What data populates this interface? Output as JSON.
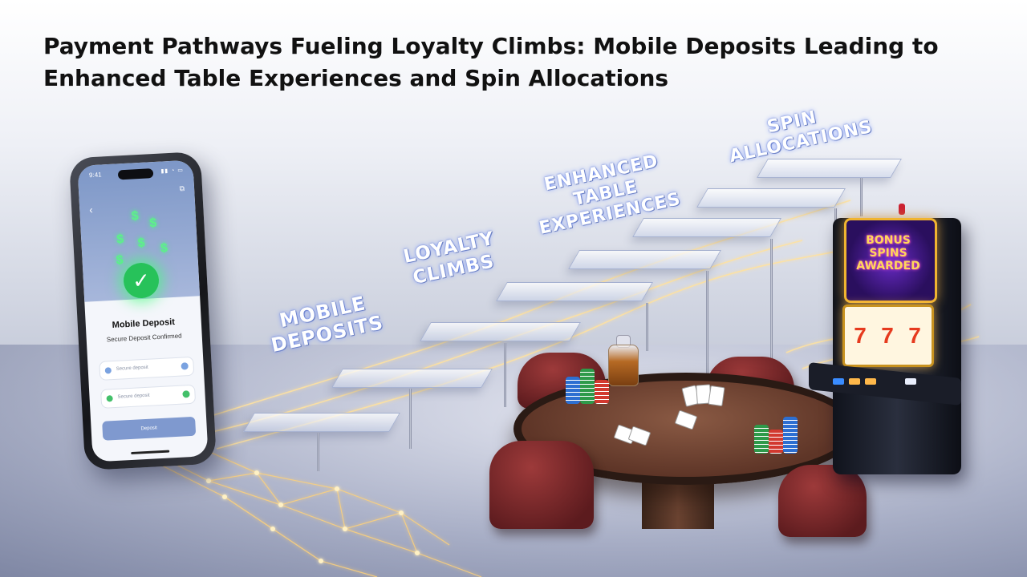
{
  "headline": {
    "line1": "Payment Pathways Fueling Loyalty Climbs: Mobile Deposits Leading to",
    "line2": "Enhanced Table Experiences and Spin Allocations"
  },
  "phone": {
    "status_time": "9:41",
    "deposit_title": "Mobile Deposit",
    "deposit_subtitle": "Secure Deposit Confirmed",
    "rows": [
      {
        "text": "Secure deposit",
        "dot_color": "#7aa2e0",
        "end_color": "#7aa2e0"
      },
      {
        "text": "Secure deposit",
        "dot_color": "#43c06a",
        "end_color": "#43c06a"
      }
    ],
    "button_label": "Deposit",
    "check_color": "#27c25a"
  },
  "stages": {
    "mobile_deposits": "MOBILE DEPOSITS",
    "loyalty_climbs": "LOYALTY CLIMBS",
    "enhanced_table": "ENHANCED TABLE EXPERIENCES",
    "spin_allocations": "SPIN ALLOCATIONS"
  },
  "slot_machine": {
    "banner": "BONUS SPINS AWARDED",
    "reels": [
      "7",
      "7",
      "7"
    ]
  },
  "colors": {
    "glow": "#ffd27a",
    "brand_purple": "#6a2bc8",
    "table_felt": "#5e3527",
    "chair": "#7a2326"
  }
}
